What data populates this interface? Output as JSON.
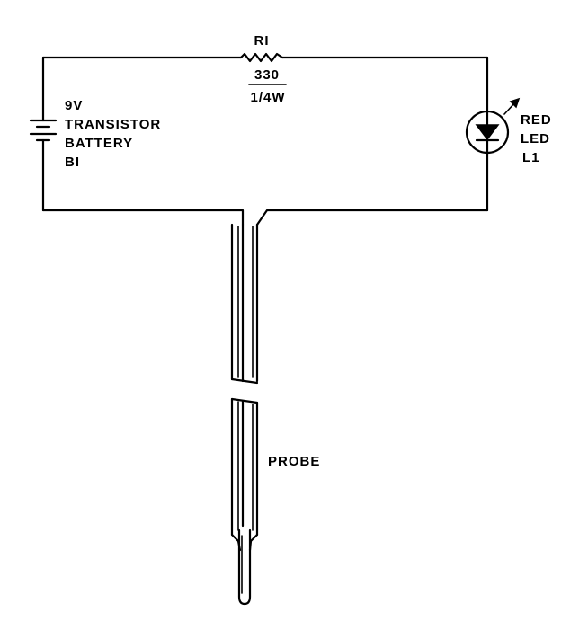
{
  "resistor": {
    "ref": "RI",
    "value": "330",
    "rating": "1/4W"
  },
  "battery": {
    "voltage": "9V",
    "type_line1": "TRANSISTOR",
    "type_line2": "BATTERY",
    "ref": "BI"
  },
  "led": {
    "color_label": "RED",
    "kind": "LED",
    "ref": "L1"
  },
  "probe": {
    "label": "PROBE"
  }
}
